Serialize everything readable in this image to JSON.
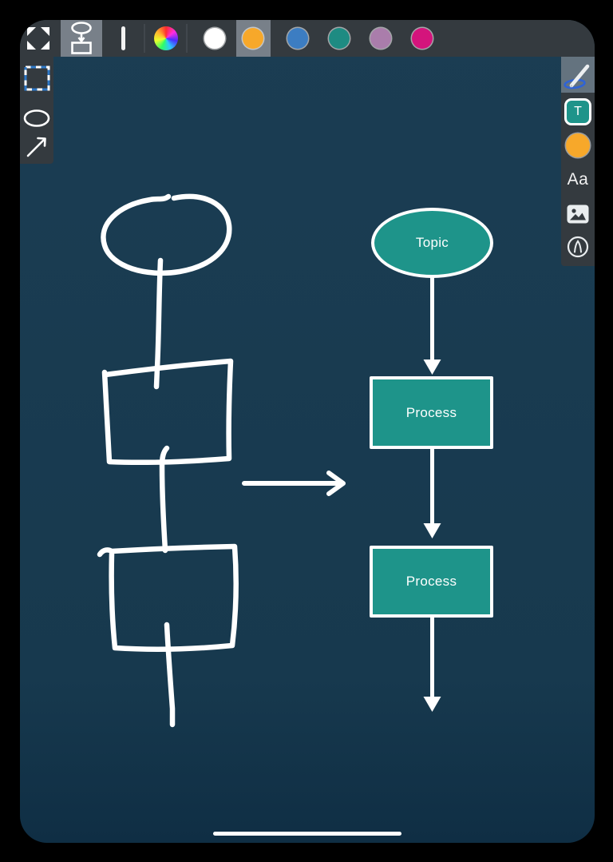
{
  "screen": {
    "canvas_background": "#17394e",
    "frame_color": "#000000",
    "toolbar_background": "#343a3f",
    "selected_button_background": "#788089"
  },
  "top_toolbar": {
    "buttons": [
      {
        "id": "expand",
        "icon": "expand-icon",
        "selected": false
      },
      {
        "id": "shape-recognition",
        "icon": "shape-recognition-icon",
        "selected": true
      },
      {
        "id": "stroke-width",
        "icon": "stroke-width-icon",
        "selected": false
      },
      {
        "id": "color-wheel",
        "icon": "color-wheel-icon",
        "selected": false
      }
    ],
    "color_swatches": [
      {
        "name": "white",
        "color": "#ffffff",
        "selected": false
      },
      {
        "name": "orange",
        "color": "#f7a82a",
        "selected": true
      },
      {
        "name": "blue",
        "color": "#3c7dc2",
        "selected": false
      },
      {
        "name": "teal",
        "color": "#1e8b82",
        "selected": false
      },
      {
        "name": "purple",
        "color": "#aa7dab",
        "selected": false
      },
      {
        "name": "magenta",
        "color": "#d4147c",
        "selected": false
      }
    ]
  },
  "left_toolbar": {
    "tools": [
      {
        "name": "marquee-select",
        "icon": "marquee-select-icon"
      },
      {
        "name": "ellipse-tool",
        "icon": "ellipse-icon"
      },
      {
        "name": "arrow-tool",
        "icon": "arrow-icon"
      }
    ]
  },
  "right_toolbar": {
    "pen": {
      "icon": "pen-icon",
      "selected": true
    },
    "shape_style_label": "T",
    "shape_style_fill": "#1e948a",
    "color_swatch": "#f7a82a",
    "text_tool_label": "Aa",
    "photo_icon": "photo-icon",
    "pointer_icon": "pointer-icon"
  },
  "canvas": {
    "node_fill": "#1e948a",
    "diagram_nodes": [
      {
        "shape": "ellipse",
        "label": "Topic"
      },
      {
        "shape": "rectangle",
        "label": "Process"
      },
      {
        "shape": "rectangle",
        "label": "Process"
      }
    ]
  },
  "home_indicator": {
    "icon": "home-indicator-bar"
  }
}
